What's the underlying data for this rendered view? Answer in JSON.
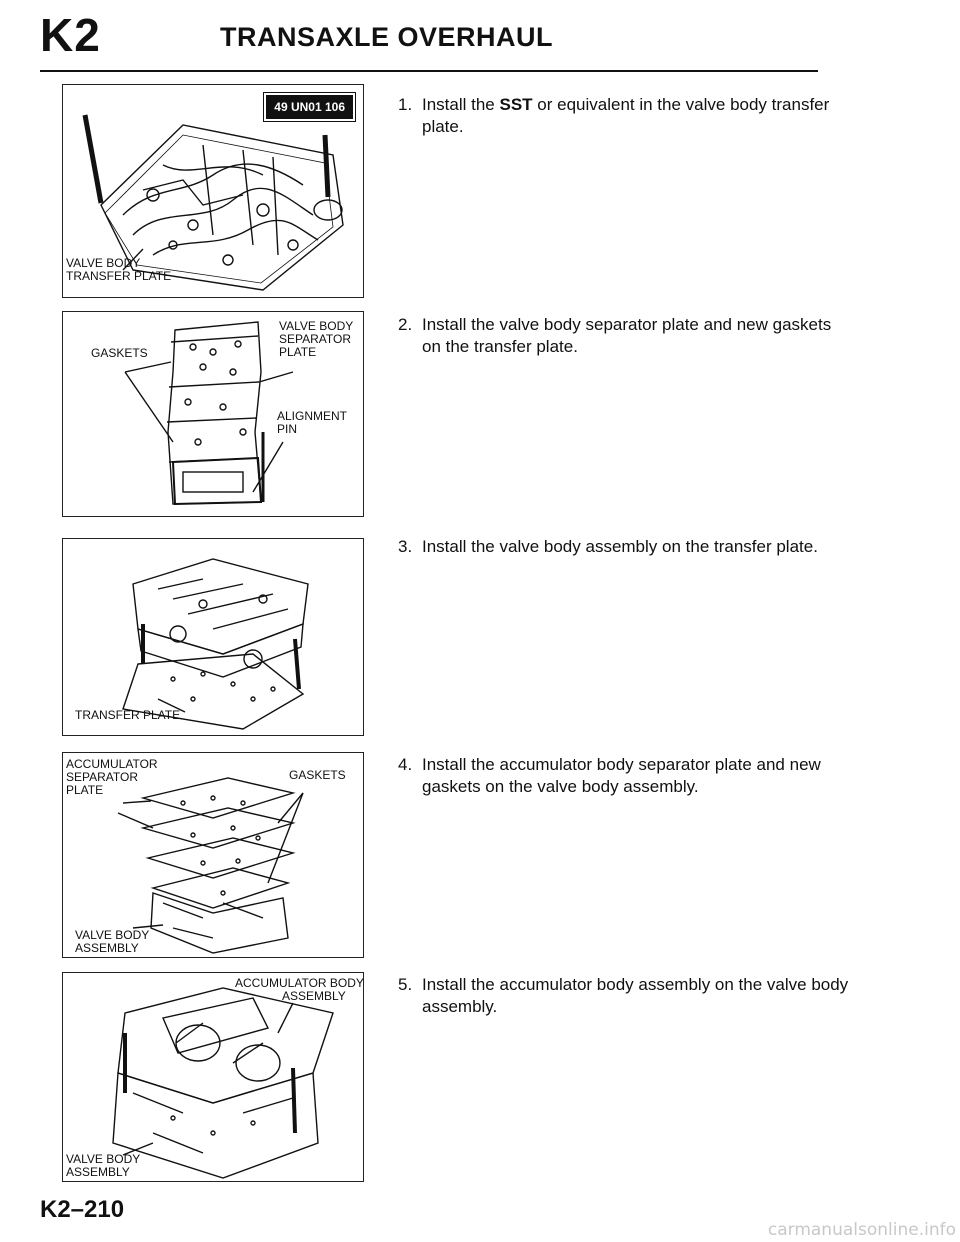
{
  "header": {
    "code": "K2",
    "title": "TRANSAXLE OVERHAUL"
  },
  "figures": [
    {
      "tag": "49 UN01 106",
      "labels": [
        "VALVE BODY",
        "TRANSFER PLATE"
      ]
    },
    {
      "labels_a": [
        "GASKETS"
      ],
      "labels_b": [
        "VALVE BODY",
        "SEPARATOR",
        "PLATE"
      ],
      "labels_c": [
        "ALIGNMENT",
        "PIN"
      ]
    },
    {
      "labels": [
        "TRANSFER PLATE"
      ]
    },
    {
      "labels_a": [
        "ACCUMULATOR",
        "SEPARATOR",
        "PLATE"
      ],
      "labels_b": [
        "GASKETS"
      ],
      "labels_c": [
        "VALVE BODY",
        "ASSEMBLY"
      ]
    },
    {
      "labels_a": [
        "ACCUMULATOR BODY",
        "ASSEMBLY"
      ],
      "labels_b": [
        "VALVE BODY",
        "ASSEMBLY"
      ]
    }
  ],
  "steps": [
    {
      "num": "1.",
      "before": "Install the ",
      "bold": "SST",
      "after": " or equivalent in the valve body transfer plate."
    },
    {
      "num": "2.",
      "text": "Install the valve body separator plate and new gaskets on the transfer plate."
    },
    {
      "num": "3.",
      "text": "Install the valve body assembly on the transfer plate."
    },
    {
      "num": "4.",
      "text": "Install the accumulator body separator plate and new gaskets on the valve body assembly."
    },
    {
      "num": "5.",
      "text": "Install the accumulator body assembly on the valve body assembly."
    }
  ],
  "footer": {
    "page": "K2–210",
    "watermark": "carmanualsonline.info"
  }
}
